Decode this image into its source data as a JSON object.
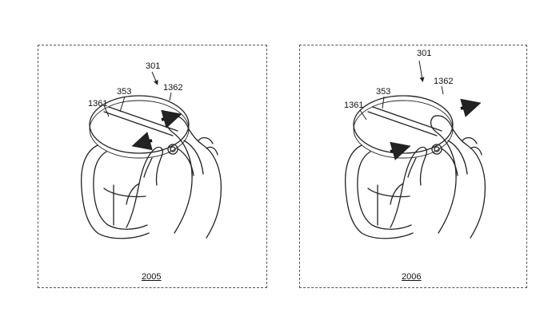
{
  "figures": [
    {
      "figure_label": "2005",
      "ref_device": "301",
      "ref_divider": "353",
      "ref_area_left": "1361",
      "ref_area_right": "1362"
    },
    {
      "figure_label": "2006",
      "ref_device": "301",
      "ref_divider": "353",
      "ref_area_left": "1361",
      "ref_area_right": "1362"
    }
  ]
}
